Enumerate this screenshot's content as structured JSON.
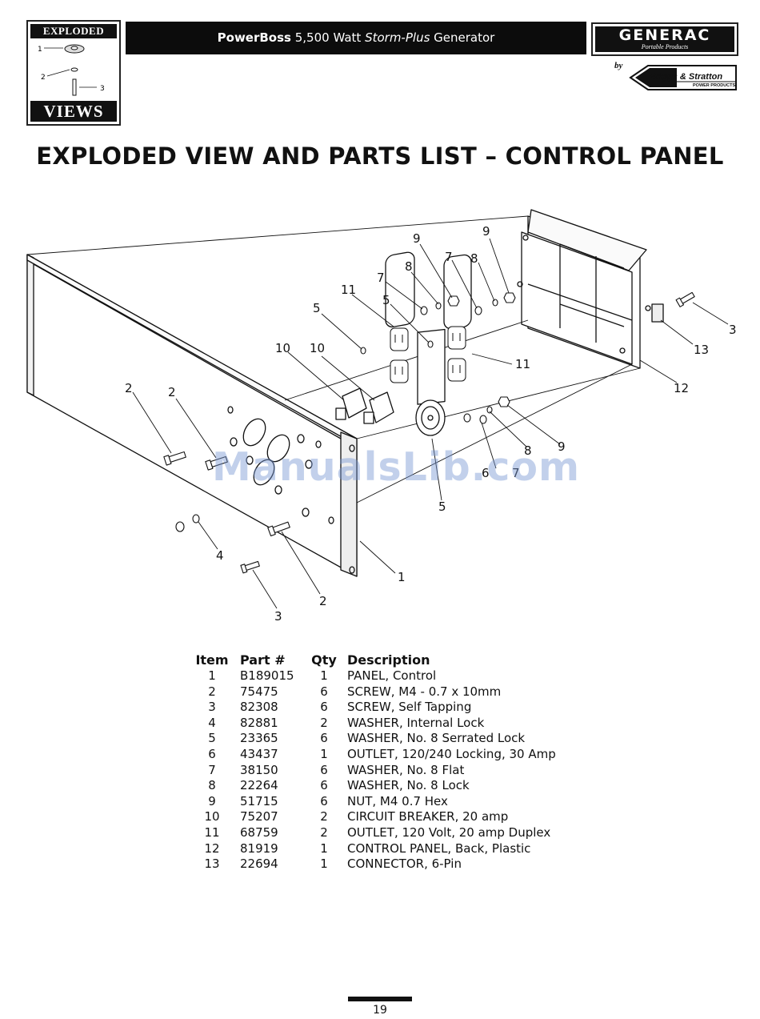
{
  "badge": {
    "top": "EXPLODED",
    "bottom": "VIEWS",
    "callouts": [
      "1",
      "2",
      "3"
    ]
  },
  "header": {
    "brand": "PowerBoss",
    "rest": "5,500 Watt",
    "model": "Storm-Plus",
    "tail": "Generator"
  },
  "logo": {
    "brand": "GENERAC",
    "sub": "Portable Products",
    "by": "by",
    "partner": "Briggs & Stratton",
    "partner_sub": "POWER PRODUCTS"
  },
  "title": "EXPLODED VIEW AND PARTS LIST – CONTROL PANEL",
  "diagram": {
    "callouts": [
      {
        "id": "c9a",
        "text": "9"
      },
      {
        "id": "c9b",
        "text": "9"
      },
      {
        "id": "c7a",
        "text": "7"
      },
      {
        "id": "c8a",
        "text": "8"
      },
      {
        "id": "c7b",
        "text": "7"
      },
      {
        "id": "c8b",
        "text": "8"
      },
      {
        "id": "c11a",
        "text": "11"
      },
      {
        "id": "c5a",
        "text": "5"
      },
      {
        "id": "c5b",
        "text": "5"
      },
      {
        "id": "c3a",
        "text": "3"
      },
      {
        "id": "c13",
        "text": "13"
      },
      {
        "id": "c10a",
        "text": "10"
      },
      {
        "id": "c10b",
        "text": "10"
      },
      {
        "id": "c11b",
        "text": "11"
      },
      {
        "id": "c12",
        "text": "12"
      },
      {
        "id": "c2a",
        "text": "2"
      },
      {
        "id": "c2b",
        "text": "2"
      },
      {
        "id": "c8c",
        "text": "8"
      },
      {
        "id": "c9c",
        "text": "9"
      },
      {
        "id": "c7c",
        "text": "7"
      },
      {
        "id": "c6",
        "text": "6"
      },
      {
        "id": "c5c",
        "text": "5"
      },
      {
        "id": "c4",
        "text": "4"
      },
      {
        "id": "c1",
        "text": "1"
      },
      {
        "id": "c2c",
        "text": "2"
      },
      {
        "id": "c3b",
        "text": "3"
      }
    ]
  },
  "watermark": "ManualsLib.com",
  "table": {
    "headers": [
      "Item",
      "Part #",
      "Qty",
      "Description"
    ],
    "rows": [
      [
        "1",
        "B189015",
        "1",
        "PANEL, Control"
      ],
      [
        "2",
        "75475",
        "6",
        "SCREW, M4 - 0.7 x 10mm"
      ],
      [
        "3",
        "82308",
        "6",
        "SCREW, Self Tapping"
      ],
      [
        "4",
        "82881",
        "2",
        "WASHER, Internal Lock"
      ],
      [
        "5",
        "23365",
        "6",
        "WASHER, No. 8 Serrated Lock"
      ],
      [
        "6",
        "43437",
        "1",
        "OUTLET, 120/240 Locking, 30 Amp"
      ],
      [
        "7",
        "38150",
        "6",
        "WASHER, No. 8 Flat"
      ],
      [
        "8",
        "22264",
        "6",
        "WASHER, No. 8 Lock"
      ],
      [
        "9",
        "51715",
        "6",
        "NUT, M4 0.7 Hex"
      ],
      [
        "10",
        "75207",
        "2",
        "CIRCUIT BREAKER, 20 amp"
      ],
      [
        "11",
        "68759",
        "2",
        "OUTLET, 120 Volt, 20 amp Duplex"
      ],
      [
        "12",
        "81919",
        "1",
        "CONTROL PANEL, Back, Plastic"
      ],
      [
        "13",
        "22694",
        "1",
        "CONNECTOR, 6-Pin"
      ]
    ]
  },
  "page_number": "19"
}
